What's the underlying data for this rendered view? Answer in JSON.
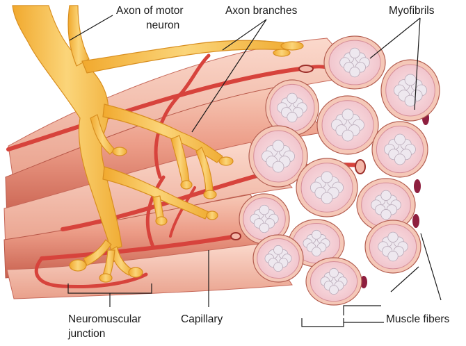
{
  "labels": {
    "axon_motor_line1": "Axon of motor",
    "axon_motor_line2": "neuron",
    "axon_branches": "Axon branches",
    "myofibrils": "Myofibrils",
    "nmj_line1": "Neuromuscular",
    "nmj_line2": "junction",
    "capillary": "Capillary",
    "muscle_fibers": "Muscle fibers"
  },
  "colors": {
    "muscle": "#e88f7d",
    "muscle_light": "#f6c5b4",
    "muscle_dark": "#c4584a",
    "nerve": "#f4b63c",
    "nerve_light": "#fbd97c",
    "capillary": "#d94640",
    "fiber_outer": "#f6c9b8",
    "fiber_inner": "#f3d6db",
    "myofibril": "#ece6ee",
    "leader": "#1a1a1a"
  }
}
